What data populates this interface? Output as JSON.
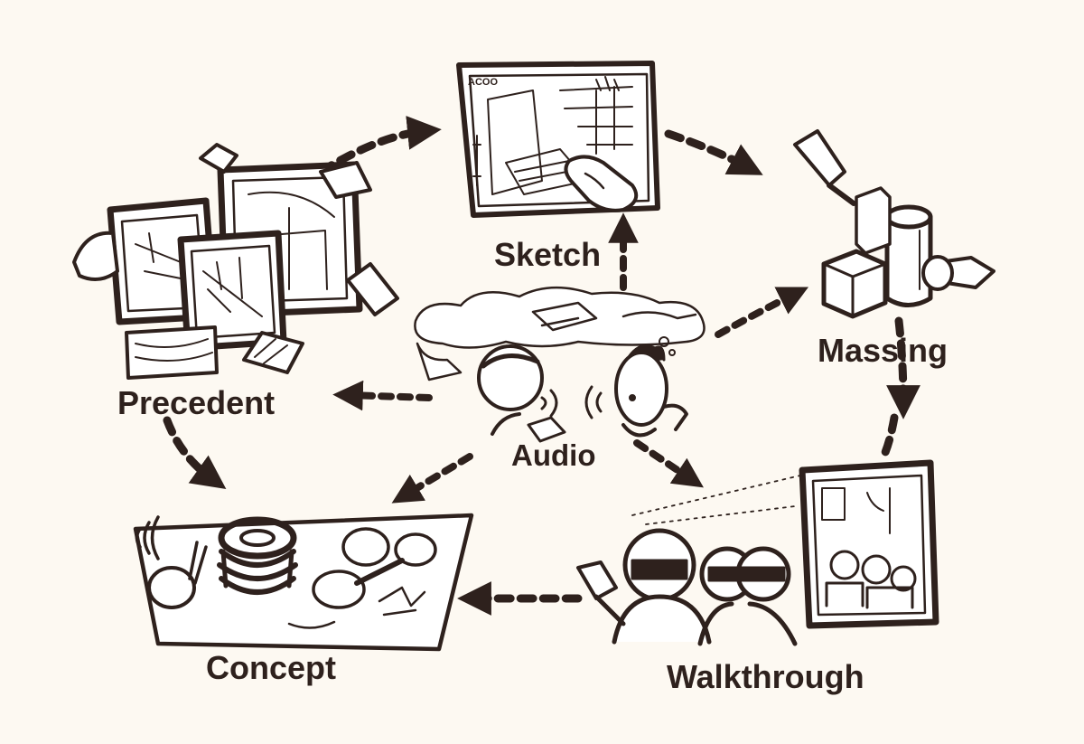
{
  "diagram": {
    "nodes": {
      "sketch": "Sketch",
      "massing": "Massing",
      "walkthrough": "Walkthrough",
      "concept": "Concept",
      "precedent": "Precedent",
      "audio": "Audio"
    },
    "sketch_screen_text": "ACOO"
  },
  "colors": {
    "ink": "#2e211d",
    "paper": "#fdf9f2",
    "fill": "#ffffff"
  }
}
